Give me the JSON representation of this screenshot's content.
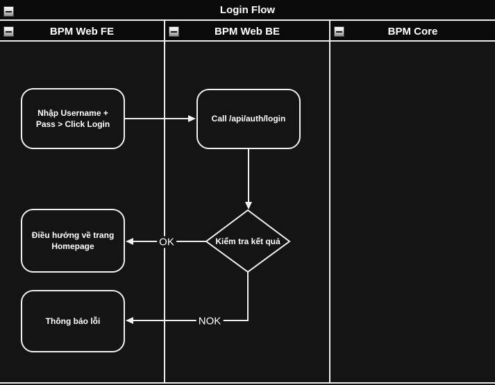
{
  "pool": {
    "title": "Login Flow",
    "lanes": [
      {
        "label": "BPM Web FE"
      },
      {
        "label": "BPM Web BE"
      },
      {
        "label": "BPM Core"
      }
    ]
  },
  "nodes": {
    "input_login": {
      "line1": "Nhập Username +",
      "line2": "Pass > Click Login"
    },
    "call_api": {
      "line1": "Call /api/auth/login"
    },
    "check_result": {
      "label": "Kiểm tra kết quả"
    },
    "redirect_home": {
      "line1": "Điều hướng về trang",
      "line2": "Homepage"
    },
    "error_notice": {
      "line1": "Thông báo lỗi"
    }
  },
  "edges": {
    "ok_label": "OK",
    "nok_label": "NOK"
  },
  "icons": {
    "collapse": "minus-icon"
  },
  "colors": {
    "canvas_bg": "#141414",
    "band_bg": "#0a0a0a",
    "line": "#ededed",
    "text": "#ffffff"
  }
}
